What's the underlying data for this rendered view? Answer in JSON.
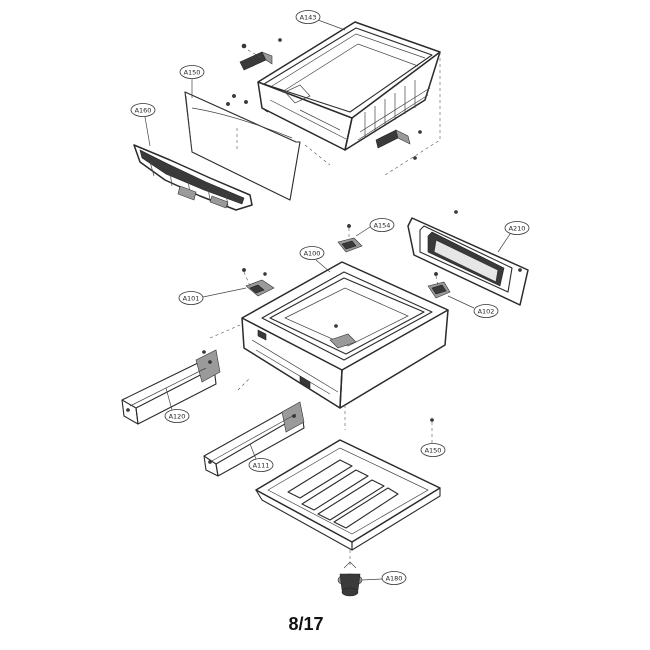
{
  "callouts": {
    "a143": "A143",
    "a150_top": "A150",
    "a160": "A160",
    "a154": "A154",
    "a100": "A100",
    "a210": "A210",
    "a101": "A101",
    "a102": "A102",
    "a120": "A120",
    "a111": "A111",
    "a150": "A150",
    "a180": "A180"
  },
  "page_number": "8/17"
}
